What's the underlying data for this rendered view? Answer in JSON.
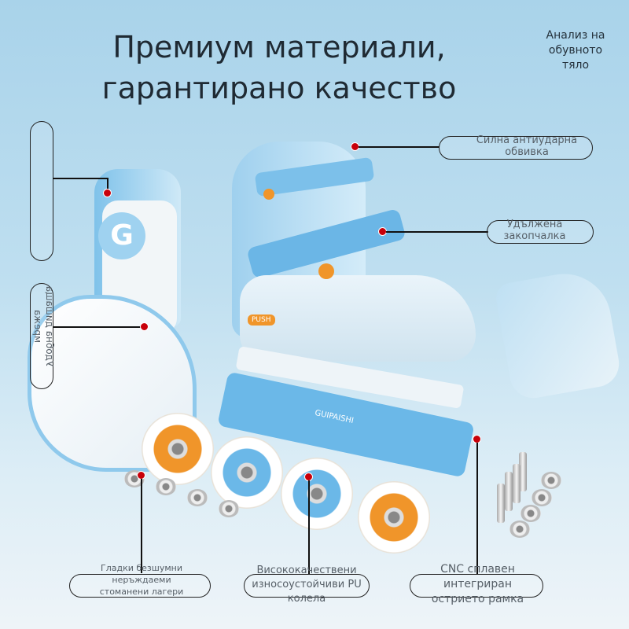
{
  "header": {
    "title_line1": "Премиум материали,",
    "title_line2": "гарантирано качество",
    "corner_label": "Анализ на обувното тяло"
  },
  "callouts": {
    "liner_top": "",
    "mesh": "Удобна дишаща мрежа",
    "shell": "Силна антиударна обвивка",
    "buckle": "Удължена закопчалка",
    "bearings": "Гладки безшумни неръждаеми стоманени лагери",
    "wheels": "Висококачествени износоустойчиви PU колела",
    "frame": "CNC сплавен интегриран острието рамка"
  },
  "product": {
    "logo_letter": "G",
    "frame_brand": "GUIPAISHI",
    "push_label": "PUSH"
  },
  "colors": {
    "accent_blue": "#5fb4e6",
    "accent_orange": "#f0952a",
    "marker_red": "#c8000a",
    "text_dark": "#1f2a33"
  }
}
